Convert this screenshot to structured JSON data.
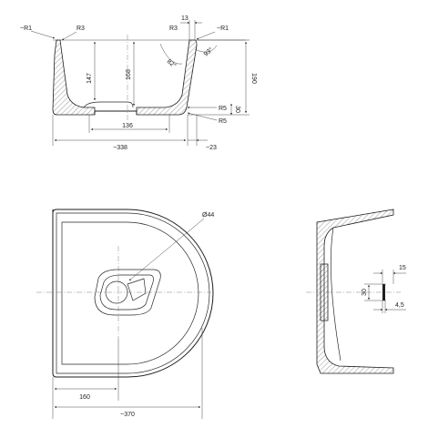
{
  "section_view": {
    "radius_top_left": "~R1",
    "radius_inner_left": "R3",
    "top_gap": "13",
    "radius_inner_right": "R3",
    "radius_top_right": "~R1",
    "angle_inner": "82°",
    "angle_outer": "93°",
    "depth_inner": "147",
    "depth_center": "168",
    "height_total": "190",
    "bottom_offset": "30",
    "radius_foot_upper": "R5",
    "radius_foot_lower": "R5",
    "base_width": "136",
    "overall_width": "~338",
    "right_offset": "~23"
  },
  "plan_view": {
    "drain_diameter": "Ø44",
    "drain_offset": "160",
    "overall_length": "~370"
  },
  "side_view": {
    "hole_width": "15",
    "hole_height": "30",
    "hole_depth": "4,5"
  }
}
